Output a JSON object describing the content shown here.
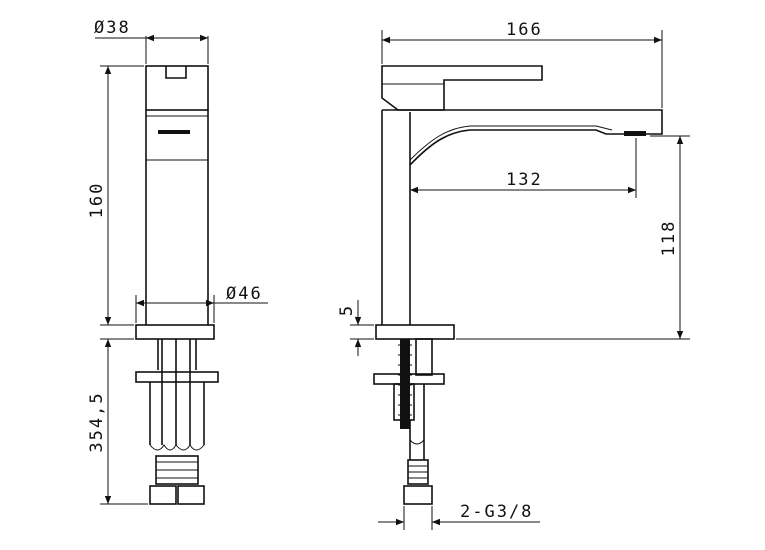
{
  "dimensions": {
    "top_diameter": "Ø38",
    "height_total": "160",
    "base_diameter": "Ø46",
    "hose_length": "354,5",
    "spout_length": "166",
    "spout_reach": "132",
    "outlet_height": "118",
    "base_thickness": "5",
    "connection": "2-G3/8"
  }
}
